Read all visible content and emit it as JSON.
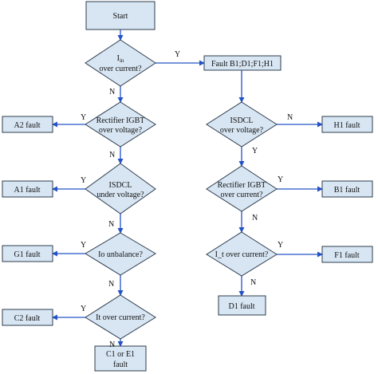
{
  "nodes": {
    "start": "Start",
    "d_iin_main": "I",
    "d_iin_sub": "in",
    "d_iin_line2": "over current?",
    "d_rect_ov_l1": "Rectifier IGBT",
    "d_rect_ov_l2": "over voltage?",
    "d_isdcl_uv_l1": "ISDCL",
    "d_isdcl_uv_l2": "under voltage?",
    "d_io_unbal": "Io unbalance?",
    "d_it_oc": "It over current?",
    "fault_b1d1f1h1": "Fault B1;D1;F1;H1",
    "d_isdcl_ov_l1": "ISDCL",
    "d_isdcl_ov_l2": "over voltage?",
    "d_rect_oc_l1": "Rectifier IGBT",
    "d_rect_oc_l2": "over current?",
    "d_it_oc_r": "I_t over current?",
    "a2_fault": "A2 fault",
    "a1_fault": "A1 fault",
    "g1_fault": "G1 fault",
    "c2_fault": "C2 fault",
    "c1e1_l1": "C1 or E1",
    "c1e1_l2": "fault",
    "h1_fault": "H1 fault",
    "b1_fault": "B1 fault",
    "f1_fault": "F1 fault",
    "d1_fault": "D1 fault"
  },
  "labels": {
    "yes": "Y",
    "no": "N"
  }
}
